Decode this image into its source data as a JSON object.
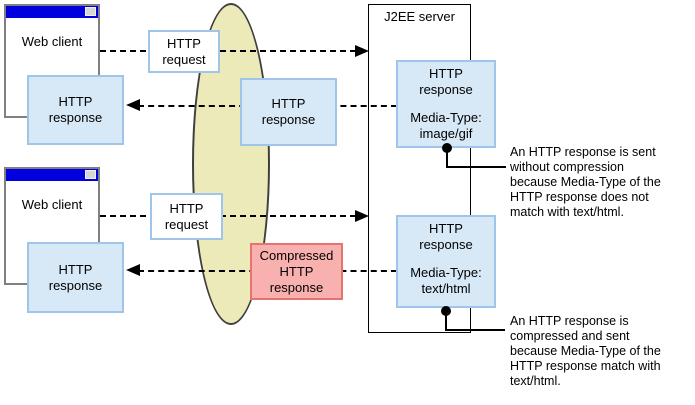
{
  "labels": {
    "web_client": "Web client",
    "j2ee_server": "J2EE server"
  },
  "boxes": {
    "http_request": {
      "line1": "HTTP",
      "line2": "request"
    },
    "http_response": {
      "line1": "HTTP",
      "line2": "response"
    },
    "compressed_response": {
      "line1": "Compressed",
      "line2": "HTTP",
      "line3": "response"
    },
    "server_response_top": {
      "line1": "HTTP",
      "line2": "response",
      "media_label": "Media-Type:",
      "media_value": "image/gif"
    },
    "server_response_bottom": {
      "line1": "HTTP",
      "line2": "response",
      "media_label": "Media-Type:",
      "media_value": "text/html"
    }
  },
  "annotations": {
    "top": {
      "lines": [
        "An HTTP response is sent",
        "without compression",
        "because Media-Type of the",
        "HTTP response does not",
        "match with text/html."
      ]
    },
    "bottom": {
      "lines": [
        "An HTTP response is",
        "compressed and sent",
        "because Media-Type of the",
        "HTTP response match with",
        "text/html."
      ]
    }
  },
  "colors": {
    "box_blue_fill": "#d7e9f7",
    "box_blue_border": "#9fc5e8",
    "box_pink_fill": "#f8b1ae",
    "box_pink_border": "#e5736f",
    "ellipse_fill": "#eceab8",
    "ellipse_border": "#3f3f3f",
    "titlebar_blue": "#0101dd",
    "window_border": "#808080",
    "line_color": "#000000"
  }
}
